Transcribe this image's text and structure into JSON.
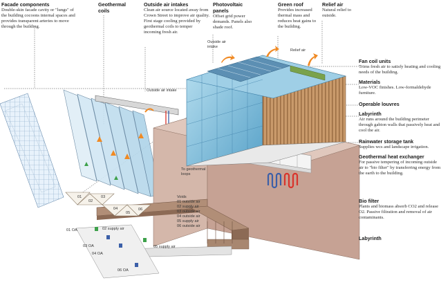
{
  "top_labels": [
    {
      "heading": "Facade components",
      "body": "Double-skin facade cavity or \"lungs\" of the building cocoons internal spaces and provides transparent arteries to move through the building."
    },
    {
      "heading": "Geothermal coils",
      "body": ""
    },
    {
      "heading": "Outside air intakes",
      "body": "Clean air source located away from Crown Street to improve air quality. First stage cooling provided by geothermal coils to temper incoming fresh air."
    },
    {
      "heading": "Photovoltaic panels",
      "body": "Offset grid power demands. Panels also shade roof."
    },
    {
      "heading": "Green roof",
      "body": "Provides increased thermal mass and reduces heat gains to the building."
    },
    {
      "heading": "Relief air",
      "body": "Natural relief to outside."
    }
  ],
  "right_labels": [
    {
      "heading": "Fan coil units",
      "body": "Trims fresh air to satisfy heating and cooling needs of the building."
    },
    {
      "heading": "Materials",
      "body": "Low-VOC finishes. Low-formaldehyde furniture."
    },
    {
      "heading": "Operable louvres",
      "body": ""
    },
    {
      "heading": "Labyrinth",
      "body": "Air runs around the building perimeter through gabion walls that passively heat and cool the air."
    },
    {
      "heading": "Rainwater storage tank",
      "body": "Supplies wcs and landscape irrigation."
    },
    {
      "heading": "Geothermal heat exchanger",
      "body": "For passive tempering of incoming outside air to \"bio filter\" by transferring energy from the earth to the building."
    },
    {
      "heading": "Bio filter",
      "body": "Plants and biomass absorb CO2 and release O2. Passive filtration and removal of air contaminants."
    },
    {
      "heading": "Labyrinth",
      "body": ""
    }
  ],
  "small_labels": {
    "outside_air_intake_top": "Outside air intake",
    "relief_air": "Relief air",
    "outside_air_intake_mid": "Outside air intake",
    "to_geothermal": "To geothermal loops",
    "voids": [
      "Voids",
      "01 outside air",
      "02 supply air",
      "03 outside air",
      "04 outside air",
      "05 supply air",
      "06 outside air"
    ],
    "oa_markers": [
      "01 OA",
      "02 supply air",
      "03 OA",
      "04 OA",
      "05 supply air",
      "06 OA"
    ],
    "triangle_numbers": [
      "01",
      "02",
      "03",
      "04",
      "05",
      "06"
    ]
  },
  "colors": {
    "glass": "#8ec8e3",
    "glass_dark": "#4f9bc3",
    "timber": "#c99a6b",
    "concrete": "#c8b0a4",
    "labyrinth": "#a98872",
    "air_arrow": "#f08a24",
    "coil_red": "#d9332b",
    "coil_blue": "#3b5fa8"
  }
}
